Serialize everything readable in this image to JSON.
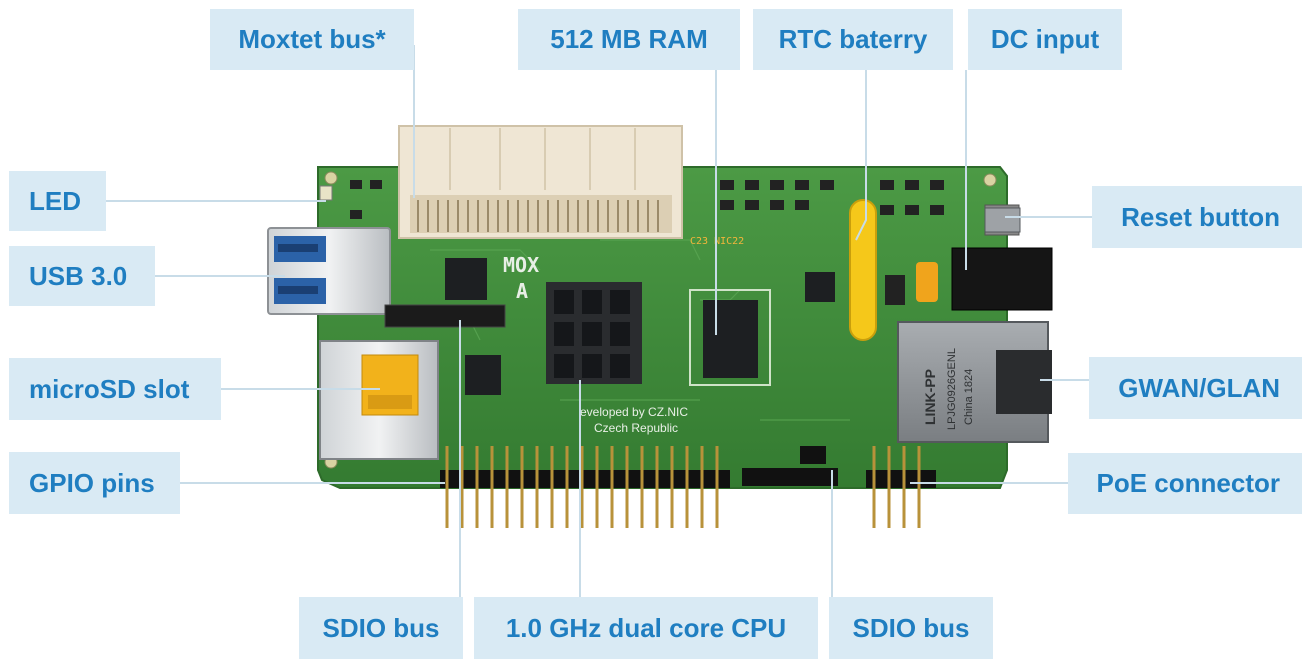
{
  "labels": {
    "moxtet_bus": "Moxtet bus*",
    "ram": "512 MB RAM",
    "rtc_battery": "RTC baterry",
    "dc_input": "DC input",
    "led": "LED",
    "usb": "USB 3.0",
    "microsd_slot": "microSD slot",
    "gpio_pins": "GPIO pins",
    "reset_button": "Reset button",
    "gwan_glan": "GWAN/GLAN",
    "poe_connector": "PoE connector",
    "sdio_bus_left": "SDIO bus",
    "cpu": "1.0 GHz dual core CPU",
    "sdio_bus_right": "SDIO bus"
  },
  "board_print": {
    "model": "MOX",
    "revision": "A",
    "developer": "eveloped by CZ.NIC",
    "country": "Czech Republic",
    "phy_brand": "LINK-PP",
    "phy_part": "LPJG0926GENL",
    "phy_origin": "China 1824",
    "board_id": "C23 NIC22"
  },
  "colors": {
    "label_bg": "#d9eaf4",
    "label_text": "#1f7ec1",
    "leader_line": "#c8dce8",
    "pcb": "#3f8a3a",
    "connector_cream": "#efe6d4"
  }
}
